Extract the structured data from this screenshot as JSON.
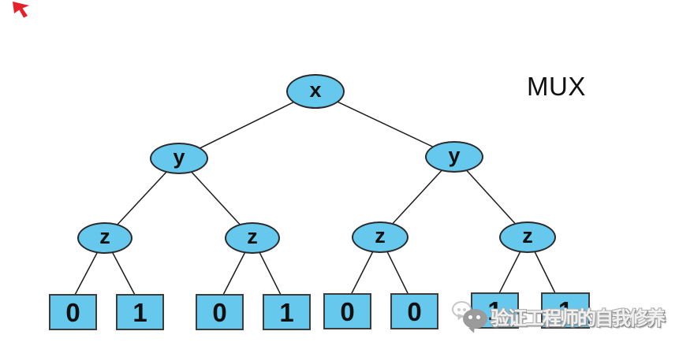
{
  "title": "MUX",
  "nodes": {
    "root": "x",
    "level2": [
      "y",
      "y"
    ],
    "level3": [
      "z",
      "z",
      "z",
      "z"
    ]
  },
  "leaves": [
    "0",
    "1",
    "0",
    "1",
    "0",
    "0",
    "1",
    "1"
  ],
  "watermark": "验证工程师的自我修养",
  "colors": {
    "node_fill": "#66C8EC",
    "node_stroke": "#2a2a2a",
    "leaf_fill": "#66C8EC",
    "leaf_stroke": "#3c3c3c",
    "edge": "#1c1c1c",
    "text": "#101010",
    "watermark_gray": "#9b9b9b",
    "arrow_red": "#e62129"
  }
}
